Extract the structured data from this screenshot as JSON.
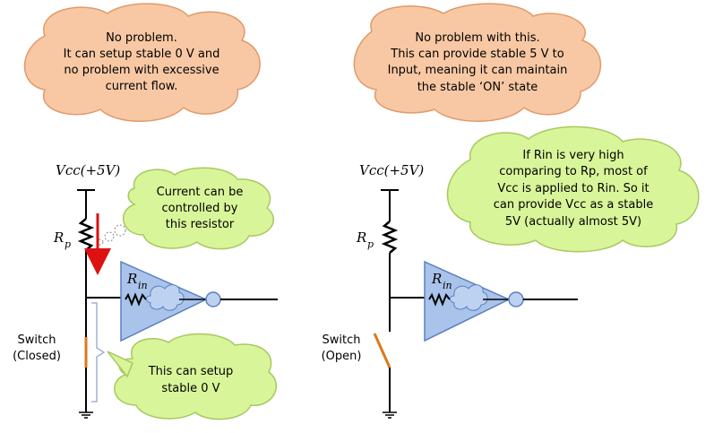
{
  "clouds": {
    "top_left": [
      "No problem.",
      "It can setup stable 0 V and",
      "no problem with excessive",
      "current flow."
    ],
    "top_right": [
      "No problem with this.",
      "This can provide stable 5 V to",
      "Input, meaning it can maintain",
      "the stable ‘ON’ state"
    ],
    "resistor_note": [
      "Current can be",
      "controlled by",
      "this resistor"
    ],
    "zero_volt_note": [
      "This can setup",
      "stable 0 V"
    ],
    "rin_note": [
      "If Rin is very high",
      "comparing to Rp, most of",
      "Vcc is applied to Rin. So it",
      "can provide Vcc as a stable",
      "5V (actually almost 5V)"
    ]
  },
  "left_circuit": {
    "supply_label": "Vcc(+5V)",
    "resistor_label": "R",
    "resistor_sub": "p",
    "input_label": "R",
    "input_sub": "in",
    "switch_label": [
      "Switch",
      "(Closed)"
    ]
  },
  "right_circuit": {
    "supply_label": "Vcc(+5V)",
    "resistor_label": "R",
    "resistor_sub": "p",
    "input_label": "R",
    "input_sub": "in",
    "switch_label": [
      "Switch",
      "(Open)"
    ]
  },
  "colors": {
    "orange_cloud": "#f8c8a4",
    "orange_stroke": "#e09a6a",
    "green_cloud": "#d9f59a",
    "green_stroke": "#a8c860",
    "triangle_fill": "#a9c3ea",
    "triangle_stroke": "#5b7fc0",
    "arrow": "#dd1111",
    "switch": "#d97a1a"
  }
}
